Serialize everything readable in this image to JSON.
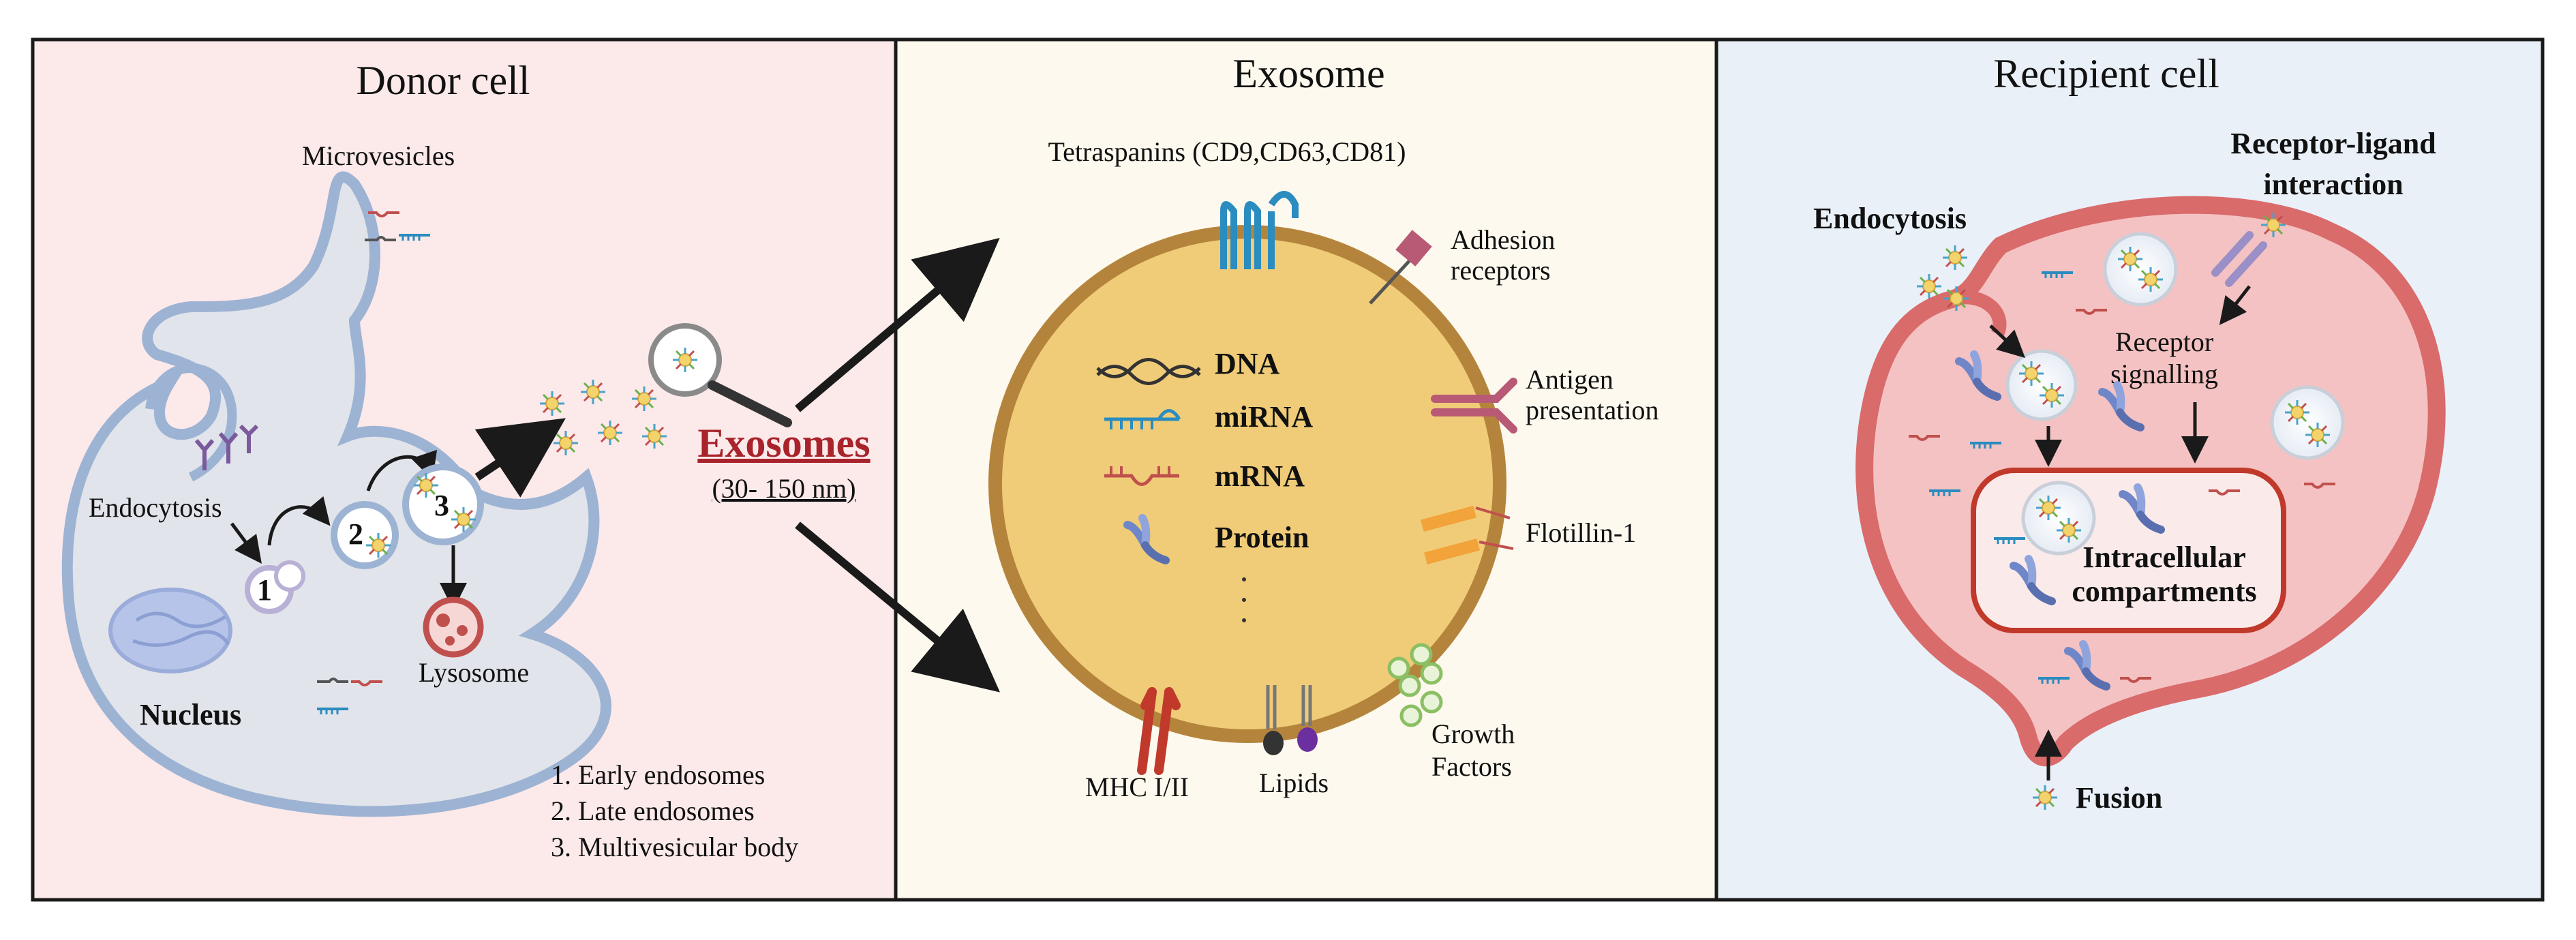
{
  "panels": {
    "donor": {
      "title": "Donor cell",
      "microvesicles": "Microvesicles",
      "endocytosis": "Endocytosis",
      "nucleus": "Nucleus",
      "lysosome": "Lysosome",
      "steps": [
        "1",
        "2",
        "3"
      ],
      "legend": [
        "1. Early endosomes",
        "2. Late endosomes",
        "3. Multivesicular body"
      ],
      "exosomes_label": "Exosomes",
      "exosomes_size": "(30- 150 nm)"
    },
    "exosome": {
      "title": "Exosome",
      "tetraspanins": "Tetraspanins (CD9,CD63,CD81)",
      "adhesion": [
        "Adhesion",
        "receptors"
      ],
      "antigen": [
        "Antigen",
        "presentation"
      ],
      "flotillin": "Flotillin-1",
      "growth": [
        "Growth",
        "Factors"
      ],
      "mhc": "MHC I/II",
      "lipids": "Lipids",
      "cargo": [
        "DNA",
        "miRNA",
        "mRNA",
        "Protein"
      ],
      "ellipsis": ".\n.\n."
    },
    "recipient": {
      "title": "Recipient cell",
      "receptor_ligand": [
        "Receptor-ligand",
        "interaction"
      ],
      "endocytosis": "Endocytosis",
      "receptor_signalling": [
        "Receptor",
        "signalling"
      ],
      "intracellular": [
        "Intracellular",
        "compartments"
      ],
      "fusion": "Fusion"
    }
  },
  "colors": {
    "donor_bg": "#fce9ea",
    "exosome_bg": "#fdf9ee",
    "recipient_bg": "#e9f0f8",
    "cell_fill": "#e1e4ea",
    "cell_stroke": "#9db3d3",
    "exosome_fill": "#f0cc78",
    "exosome_stroke": "#b5843c",
    "recipient_fill": "#f4c2c2",
    "recipient_stroke": "#d96b6b",
    "accent_red": "#a8232b",
    "protein_blue": "#6f86c8",
    "tetraspanin": "#2a8cbf"
  }
}
